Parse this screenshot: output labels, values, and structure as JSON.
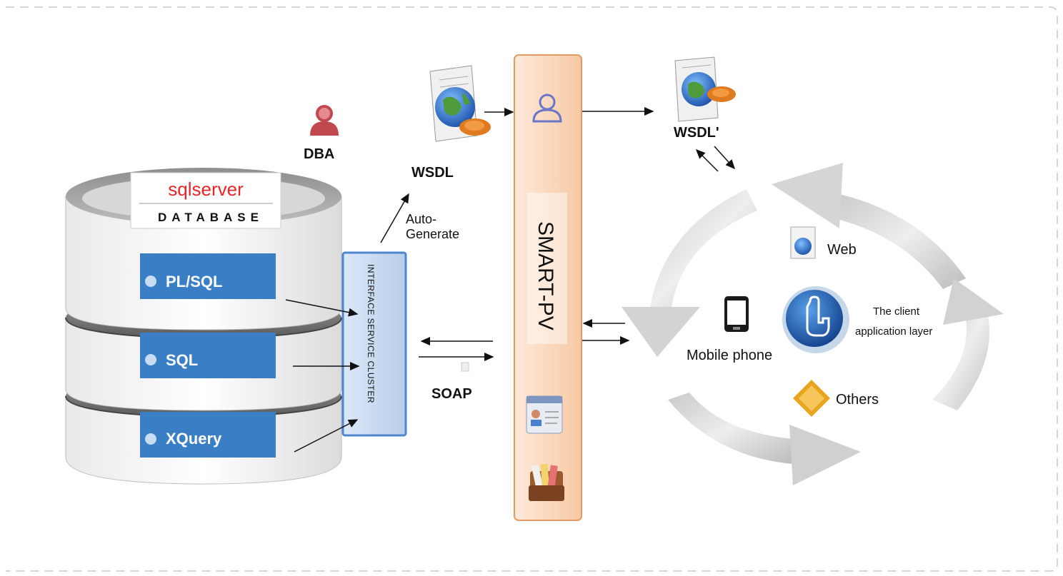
{
  "database": {
    "brand": "sqlserver",
    "subtitle": "DATABASE",
    "layers": [
      "PL/SQL",
      "SQL",
      "XQuery"
    ]
  },
  "roles": {
    "dba": "DBA"
  },
  "interface_cluster": {
    "label": "INTERFACE SERVICE CLUSTER"
  },
  "wsdl": {
    "left": "WSDL",
    "right": "WSDL'"
  },
  "auto_generate": {
    "line1": "Auto-",
    "line2": "Generate"
  },
  "protocol": {
    "label": "SOAP"
  },
  "middleware": {
    "label": "SMART-PV"
  },
  "clients": {
    "web": "Web",
    "mobile": "Mobile phone",
    "layer_line1": "The client",
    "layer_line2": "application layer",
    "others": "Others"
  },
  "colors": {
    "layer_blue": "#3a7fc6",
    "middleware_fill": "#fbe2cf",
    "middleware_border": "#e39a62",
    "brand_red": "#e8262a",
    "cluster_fill": "#c9dbf2",
    "cluster_border": "#5a8fd0"
  },
  "icons": [
    "person-icon",
    "wsdl-globe-doc-icon",
    "user-avatar-icon",
    "contact-card-icon",
    "briefcase-files-icon",
    "web-doc-icon",
    "mobile-phone-icon",
    "pointing-hand-icon",
    "others-diamond-icon"
  ]
}
